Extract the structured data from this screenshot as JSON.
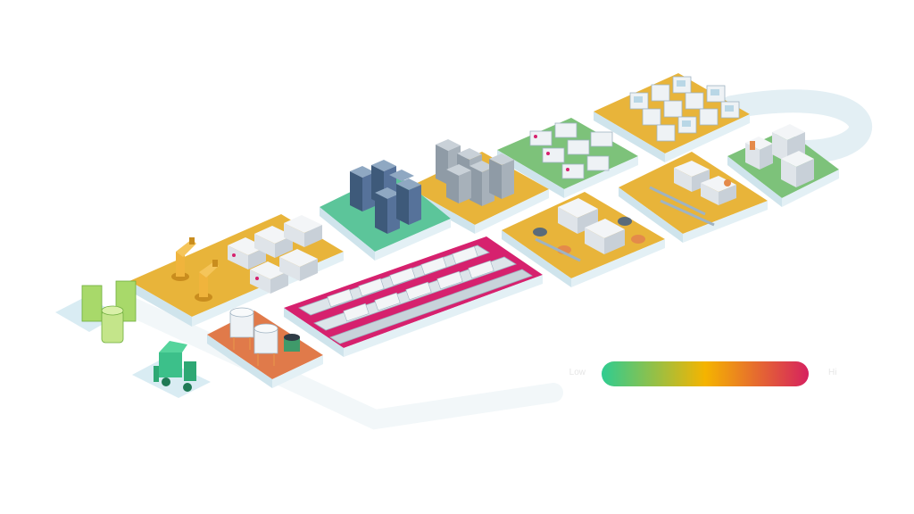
{
  "scene": {
    "name": "isometric-factory-process-map",
    "colors": {
      "tile_yellow": "#e8b43a",
      "tile_green": "#7dc27a",
      "tile_teal": "#5cc59a",
      "tile_magenta": "#d6216e",
      "tile_orange": "#e07a4a",
      "tile_side": "#d3e6ee",
      "machine": "#eef2f5",
      "screen": "#b9d7e6",
      "server": "#4e6a8a",
      "robot": "#f0b43c",
      "battery": "#a8d96a",
      "forklift": "#3cc08a",
      "track": "#e3eff4"
    },
    "zones": [
      {
        "id": "robot-assembly-zone",
        "color": "yellow"
      },
      {
        "id": "mixing-tanks-zone",
        "color": "orange"
      },
      {
        "id": "conveyor-line-zone",
        "color": "magenta"
      },
      {
        "id": "server-rack-zone-teal",
        "color": "teal"
      },
      {
        "id": "server-rack-zone-yellow",
        "color": "yellow"
      },
      {
        "id": "coil-processing-zone",
        "color": "yellow"
      },
      {
        "id": "test-cabinets-zone",
        "color": "green"
      },
      {
        "id": "coil-cutting-zone",
        "color": "yellow"
      },
      {
        "id": "cabinet-grid-zone",
        "color": "yellow"
      },
      {
        "id": "enclosure-zone",
        "color": "green"
      }
    ],
    "icons": [
      "battery-cells-icon",
      "forklift-icon",
      "robot-arm-icon",
      "server-rack-icon"
    ]
  },
  "legend": {
    "low_label": "Low",
    "high_label": "Hi",
    "gradient": [
      "#2fcc91",
      "#f5b400",
      "#d6215f"
    ]
  }
}
